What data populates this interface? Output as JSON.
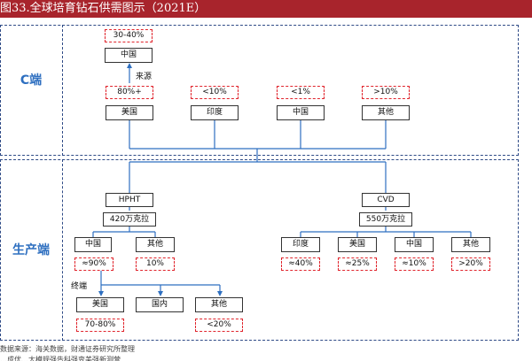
{
  "title": "图33.全球培育钻石供需图示（2021E）",
  "sections": {
    "consumer_label": "C端",
    "production_label": "生产端"
  },
  "consumer": {
    "top_share": "30-40%",
    "top_country": "中国",
    "source_label": "来源",
    "markets": [
      {
        "share": "80%+",
        "name": "美国"
      },
      {
        "share": "<10%",
        "name": "印度"
      },
      {
        "share": "<1%",
        "name": "中国"
      },
      {
        "share": ">10%",
        "name": "其他"
      }
    ]
  },
  "production": {
    "hpht": {
      "name": "HPHT",
      "capacity": "420万克拉",
      "producers": [
        {
          "name": "中国",
          "share": "≈90%"
        },
        {
          "name": "其他",
          "share": "10%"
        }
      ]
    },
    "cvd": {
      "name": "CVD",
      "capacity": "550万克拉",
      "producers": [
        {
          "name": "印度",
          "share": "≈40%"
        },
        {
          "name": "美国",
          "share": "≈25%"
        },
        {
          "name": "中国",
          "share": "≈10%"
        },
        {
          "name": "其他",
          "share": ">20%"
        }
      ]
    },
    "terminal_label": "终端",
    "terminals": [
      {
        "name": "美国",
        "share": "70-80%"
      },
      {
        "name": "国内",
        "share": ""
      },
      {
        "name": "其他",
        "share": "<20%"
      }
    ]
  },
  "footer": {
    "source": "数据来源：海关数据，财通证券研究所整理",
    "note": "…成优…太模规强告科强变美强新测营"
  }
}
